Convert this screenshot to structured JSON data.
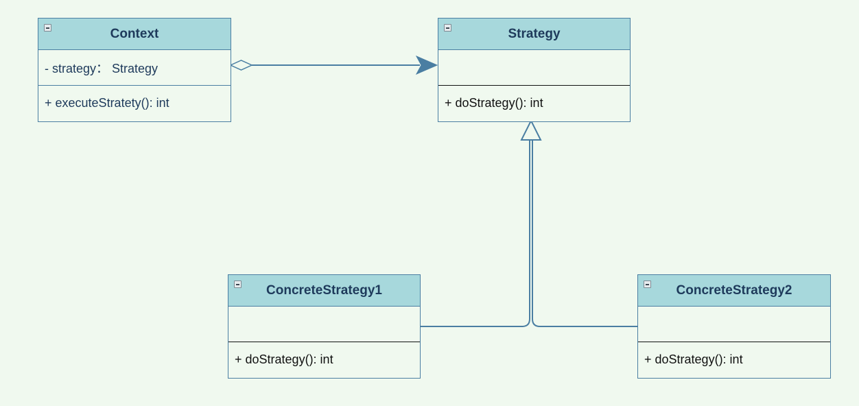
{
  "classes": {
    "context": {
      "title": "Context",
      "attributes": [
        "- strategy： Strategy"
      ],
      "methods": [
        "+ executeStratety(): int"
      ]
    },
    "strategy": {
      "title": "Strategy",
      "attributes": [],
      "methods": [
        "+ doStrategy(): int"
      ]
    },
    "concrete1": {
      "title": "ConcreteStrategy1",
      "attributes": [],
      "methods": [
        "+ doStrategy(): int"
      ]
    },
    "concrete2": {
      "title": "ConcreteStrategy2",
      "attributes": [],
      "methods": [
        "+ doStrategy(): int"
      ]
    }
  },
  "relationships": [
    {
      "type": "aggregation",
      "from": "context",
      "to": "strategy"
    },
    {
      "type": "generalization",
      "from": "concrete1",
      "to": "strategy"
    },
    {
      "type": "generalization",
      "from": "concrete2",
      "to": "strategy"
    }
  ],
  "colors": {
    "background": "#f0f9ef",
    "header_fill": "#a7d8dc",
    "border": "#4a7ea2",
    "title_text": "#1e3a5b"
  },
  "icons": [
    "collapse-icon"
  ]
}
